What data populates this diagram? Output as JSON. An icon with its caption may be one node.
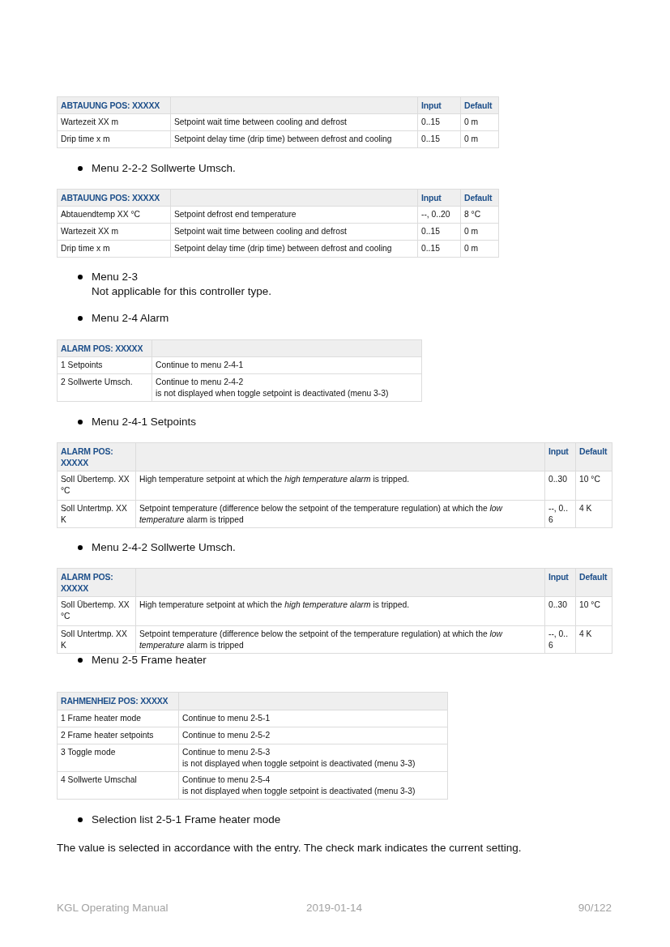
{
  "diagram": {
    "labels": [
      "ABTAUUNG POS: XXXXX",
      "Input",
      "Default",
      "Wartezeit XX m",
      "Setpoint wait time between cooling and defrost",
      "0..15",
      "0 m",
      "Drip time x m",
      "Setpoint delay time (drip time) between defrost and cooling",
      "0..15",
      "0 m",
      "Menu 2-2-2 Sollwerte Umsch.",
      "ABTAUUNG POS: XXXXX",
      "Input",
      "Default",
      "Abtauendtemp XX °C",
      "Setpoint defrost end temperature",
      "--, 0..20",
      "8 °C",
      "Wartezeit XX m",
      "Setpoint wait time between cooling and defrost",
      "0..15",
      "0 m",
      "Drip time x m",
      "Setpoint delay time (drip time) between defrost and cooling",
      "0..15",
      "0 m",
      "Menu 2-3",
      "Not applicable for this controller type.",
      "Menu 2-4 Alarm",
      "ALARM POS: XXXXX",
      "1 Setpoints",
      "Continue to menu 2-4-1",
      "2 Sollwerte Umsch.",
      "Continue to menu 2-4-2 is not displayed when toggle setpoint is deactivated (menu 3-3)",
      "Menu 2-4-1 Setpoints",
      "ALARM POS: XXXXX",
      "Input",
      "Default",
      "Soll Übertemp. XX °C",
      "High temperature setpoint at which the *high temperature alarm* is tripped.",
      "0..30",
      "10 °C",
      "Soll Untertmp. XX K",
      "Setpoint temperature (difference below the setpoint of the temperature regulation) at which the *low temperature* alarm is tripped",
      "--, 0.. 6",
      "4 K",
      "Menu 2-4-2 Sollwerte Umsch.",
      "ALARM POS: XXXXX",
      "Input",
      "Default",
      "Soll Übertemp. XX °C",
      "High temperature setpoint at which the *high temperature alarm* is tripped.",
      "0..30",
      "10 °C",
      "Soll Untertmp. XX K",
      "Setpoint temperature (difference below the setpoint of the temperature regulation) at which the *low temperature* alarm is tripped",
      "--, 0.. 6",
      "4 K",
      "Menu 2-5 Frame heater",
      "RAHMENHEIZ POS: XXXXX",
      "1 Frame heater mode",
      "Continue to menu 2-5-1",
      "2 Frame heater setpoints",
      "Continue to menu 2-5-2",
      "3 Toggle mode",
      "Continue to menu 2-5-3 is not displayed when toggle setpoint is deactivated (menu 3-3)",
      "4 Sollwerte Umschal",
      "Continue to menu 2-5-4 is not displayed when toggle setpoint is deactivated (menu 3-3)",
      "Selection list 2-5-1 Frame heater mode",
      "The value is selected in accordance with the entry. The check mark indicates the current setting.",
      "KGL Operating Manual",
      "2019-01-14",
      "90/122"
    ]
  }
}
